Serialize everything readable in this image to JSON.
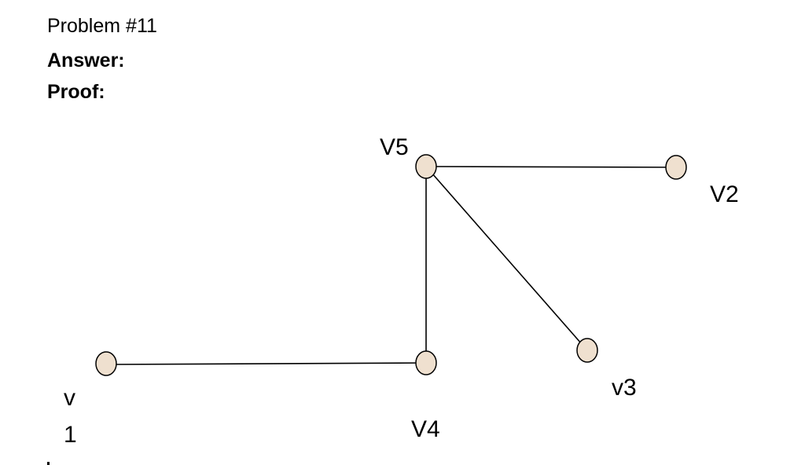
{
  "header": {
    "problem_title": "Problem #11",
    "answer_label": "Answer:",
    "proof_label": "Proof:"
  },
  "graph": {
    "node_fill": "#efe0cf",
    "edge_color": "#000000",
    "nodes": [
      {
        "id": "v1",
        "label_top": "v",
        "label_bottom": "1"
      },
      {
        "id": "V4",
        "label": "V4"
      },
      {
        "id": "V5",
        "label": "V5"
      },
      {
        "id": "V2",
        "label": "V2"
      },
      {
        "id": "v3",
        "label": "v3"
      }
    ],
    "edges": [
      {
        "from": "v1",
        "to": "V4"
      },
      {
        "from": "V4",
        "to": "V5"
      },
      {
        "from": "V5",
        "to": "V2"
      },
      {
        "from": "V5",
        "to": "v3"
      }
    ]
  }
}
